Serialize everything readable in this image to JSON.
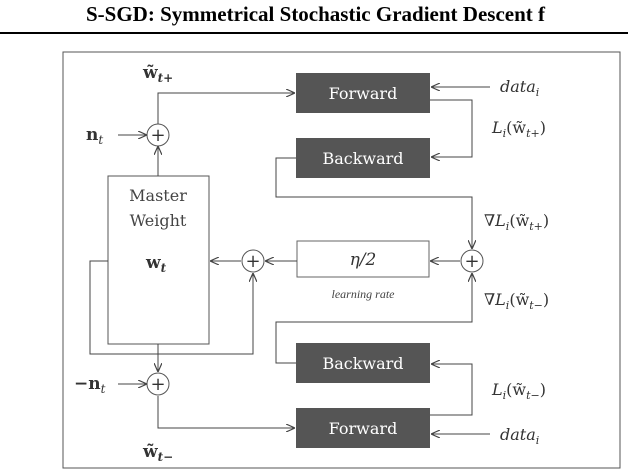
{
  "title": "S-SGD: Symmetrical Stochastic Gradient Descent f",
  "diagram": {
    "forward_label": "Forward",
    "backward_label": "Backward",
    "master_line1": "Master",
    "master_line2": "Weight",
    "master_var": "w",
    "master_sub": "t",
    "lr_box": "η/2",
    "lr_caption": "learning rate",
    "data_text": "data",
    "data_sub": "i",
    "w_plus_var": "w̃",
    "w_plus_sub": "t+",
    "w_minus_var": "w̃",
    "w_minus_sub": "t−",
    "noise_pos": "n",
    "noise_neg": "−n",
    "noise_sub": "t",
    "loss_plus": "L",
    "loss_minus": "L",
    "grad_plus": "∇L",
    "grad_minus": "∇L",
    "loss_sub": "i",
    "loss_arg_plus": "(w̃",
    "loss_arg_plus_sub": "t+",
    "loss_arg_minus": "(w̃",
    "loss_arg_minus_sub": "t−",
    "close_paren": ")",
    "plus_symbol": "+"
  }
}
